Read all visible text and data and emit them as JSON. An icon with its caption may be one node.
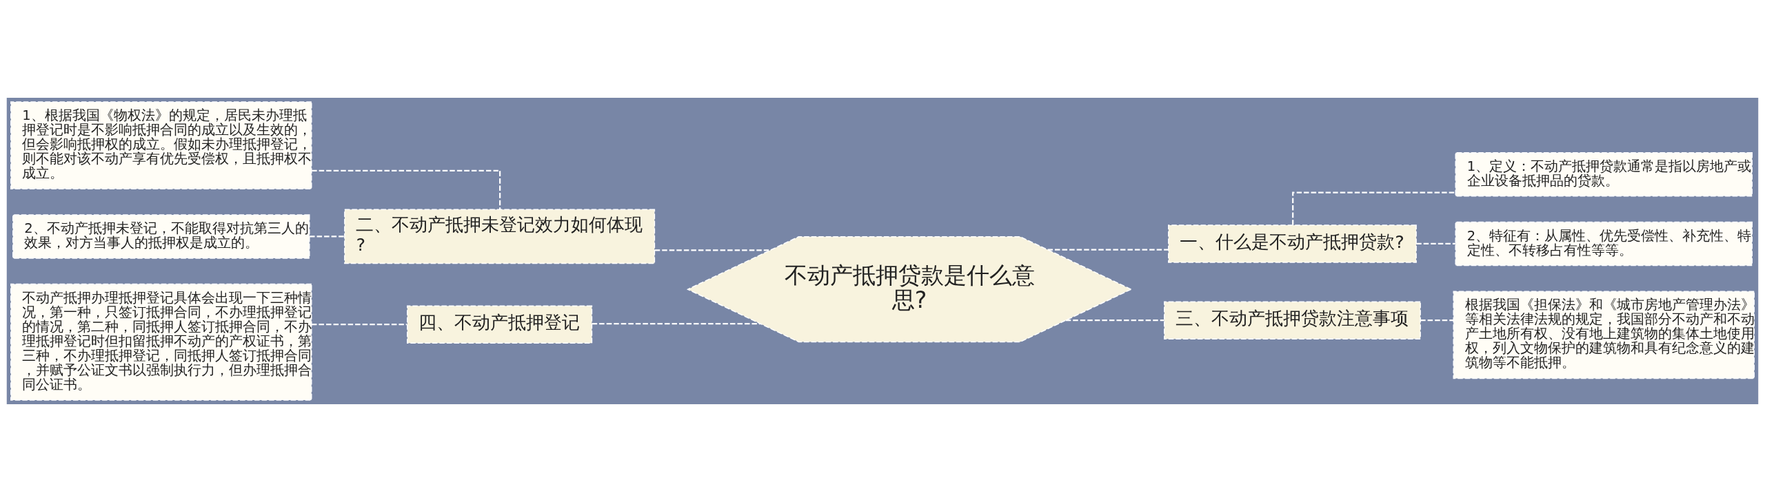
{
  "diagram": {
    "nodes": [
      {
        "text": [
          "不动产抵押贷款是什么意思?"
        ]
      },
      {
        "text": [
          "一、什么是不动产抵押贷款?"
        ]
      },
      {
        "text": [
          "1、定义：不动产抵押贷款通常是指以房地产或企业设备抵押品的贷款。"
        ]
      },
      {
        "text": [
          "2、特征有：从属性、优先受偿性、补充性、特定性、不转移占有性等等。"
        ]
      },
      {
        "text": [
          "三、不动产抵押贷款注意事项"
        ]
      },
      {
        "text": [
          "根据我国《担保法》和《城市房地产管理办法》等相关法律法规的规定，我国部分不动产和不动产土地所有权、没有地上建筑物的集体土地使用权，列入文物保护的建筑物和具有纪念意义的建筑物等不能抵押。"
        ]
      },
      {
        "text": [
          "二、不动产抵押未登记效力如何体现?"
        ]
      },
      {
        "text": [
          "1、根据我国《物权法》的规定，居民未办理抵押登记时是不影响抵押合同的成立以及生效的，但会影响抵押权的成立。假如未办理抵押登记，则不能对该不动产享有优先受偿权，且抵押权不成立。"
        ]
      },
      {
        "text": [
          "2、不动产抵押未登记，不能取得对抗第三人的效果，对方当事人的抵押权是成立的。"
        ]
      },
      {
        "text": [
          "四、不动产抵押登记"
        ]
      },
      {
        "text": [
          "不动产抵押办理抵押登记具体会出现一下三种情况，第一种，只签订抵押合同，不办理抵押登记的情况，第二种，同抵押人签订抵押合同，不办理抵押登记时但扣留抵押不动产的产权证书，第三种，不办理抵押登记，同抵押人签订抵押合同，并赋予公证文书以强制执行力，但办理抵押合同公证书。"
        ]
      }
    ],
    "edges": [
      {
        "from": 0,
        "to": 1,
        "arrow": "none",
        "style": "dashed"
      },
      {
        "from": 1,
        "to": 2,
        "arrow": "none",
        "style": "dashed"
      },
      {
        "from": 1,
        "to": 3,
        "arrow": "none",
        "style": "dashed"
      },
      {
        "from": 0,
        "to": 4,
        "arrow": "none",
        "style": "dashed"
      },
      {
        "from": 4,
        "to": 5,
        "arrow": "none",
        "style": "dashed"
      },
      {
        "from": 0,
        "to": 6,
        "arrow": "none",
        "style": "dashed"
      },
      {
        "from": 6,
        "to": 7,
        "arrow": "none",
        "style": "dashed"
      },
      {
        "from": 6,
        "to": 8,
        "arrow": "none",
        "style": "dashed"
      },
      {
        "from": 0,
        "to": 9,
        "arrow": "none",
        "style": "dashed"
      },
      {
        "from": 9,
        "to": 10,
        "arrow": "none",
        "style": "dashed"
      }
    ]
  }
}
